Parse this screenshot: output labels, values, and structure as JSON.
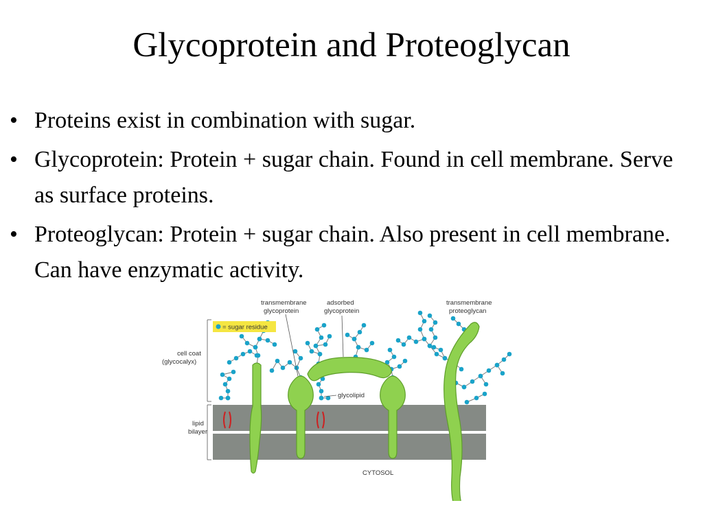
{
  "slide": {
    "title": "Glycoprotein and Proteoglycan",
    "bullets": [
      "Proteins exist in combination with sugar.",
      "Glycoprotein: Protein + sugar chain. Found in cell membrane. Serve as surface proteins.",
      "Proteoglycan: Protein + sugar chain. Also present in cell membrane. Can have enzymatic activity."
    ]
  },
  "diagram": {
    "legend": "= sugar residue",
    "labels": {
      "cell_coat_1": "cell coat",
      "cell_coat_2": "(glycocalyx)",
      "lipid_1": "lipid",
      "lipid_2": "bilayer",
      "tm_glyco_1": "transmembrane",
      "tm_glyco_2": "glycoprotein",
      "ads_glyco_1": "adsorbed",
      "ads_glyco_2": "glycoprotein",
      "tm_proteo_1": "transmembrane",
      "tm_proteo_2": "proteoglycan",
      "glycolipid": "glycolipid",
      "cytosol": "CYTOSOL"
    },
    "colors": {
      "protein": "#8fd14f",
      "protein_stroke": "#5e9e2a",
      "membrane": "#858a85",
      "sugar": "#1aa3c9",
      "sugar_link": "#7a7a7a",
      "lipid_tail": "#cc2222",
      "legend_box": "#f5e642"
    }
  }
}
